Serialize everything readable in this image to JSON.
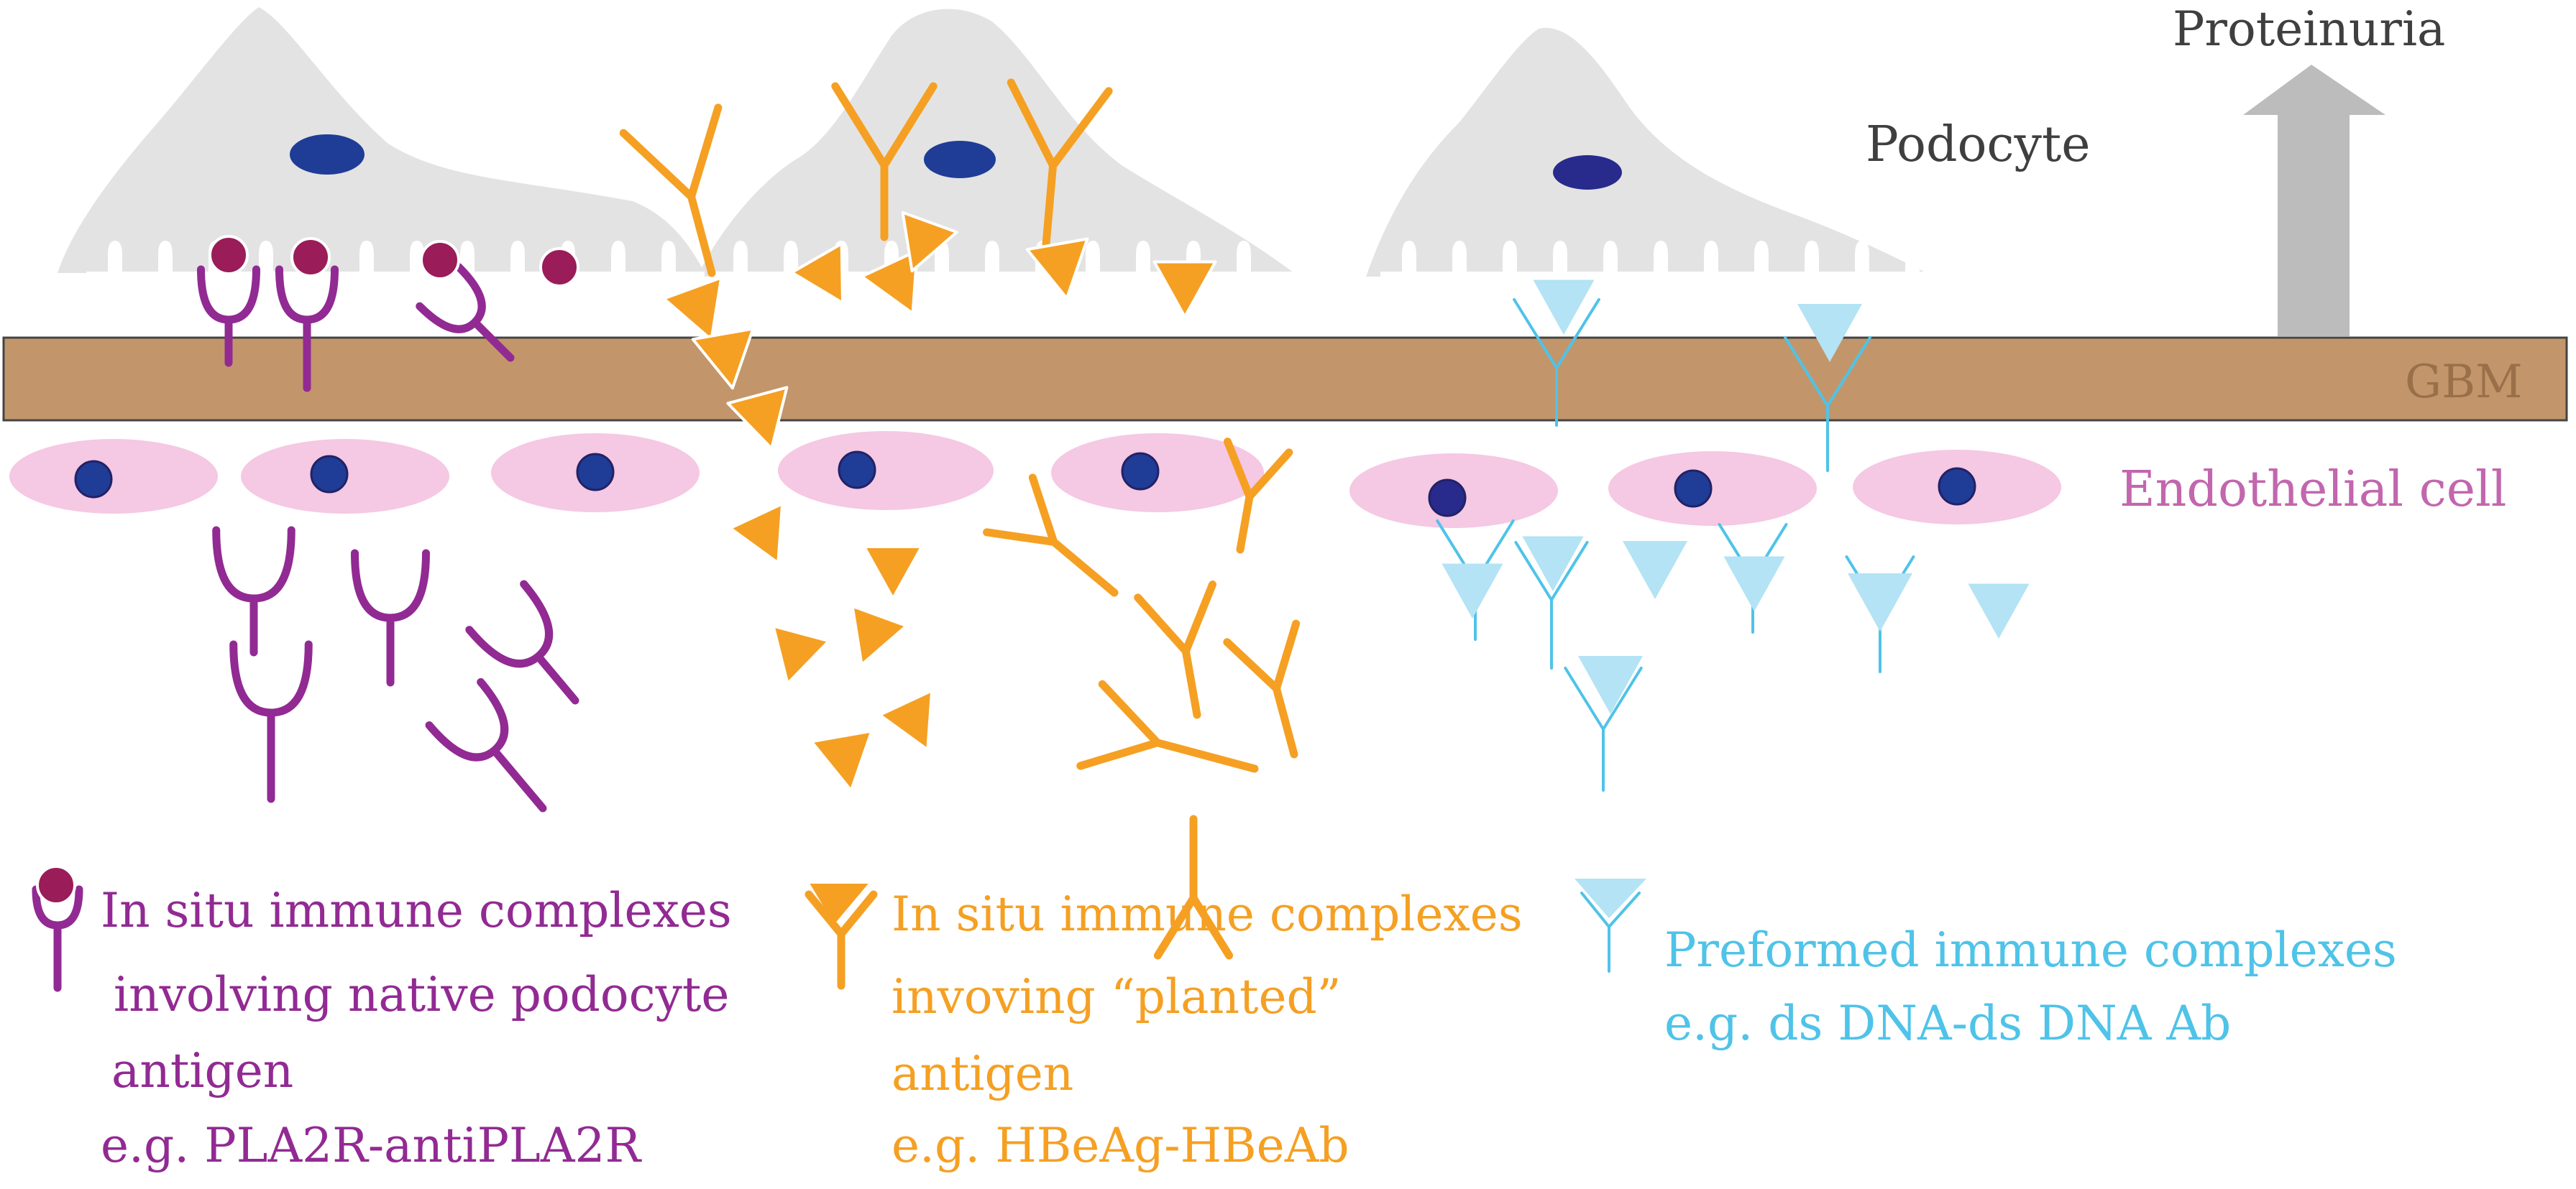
{
  "labels": {
    "proteinuria": "Proteinuria",
    "podocyte": "Podocyte",
    "gbm": "GBM",
    "endothelial": "Endothelial cell"
  },
  "legend": {
    "native": [
      "In situ immune complexes",
      "involving native podocyte",
      "antigen",
      "e.g. PLA2R-antiPLA2R"
    ],
    "planted_line1": "In situ immune complexes",
    "planted_line2a": "invoving",
    "planted_line2b": "“planted”",
    "planted_line3": "antigen",
    "planted_line4": "e.g. HBeAg-HBeAb",
    "preformed": [
      "Preformed immune complexes",
      "e.g. ds DNA-ds DNA Ab"
    ]
  },
  "colors": {
    "podocyte": "#e3e3e3",
    "nucleus": "#1f3c96",
    "nucleus_dark": "#282a8c",
    "gbm": "#c2966a",
    "gbm_label": "#99704a",
    "endothelial": "#f5c8e3",
    "endothelial_label": "#c266ae",
    "native_antibody": "#922a93",
    "native_antigen": "#9a1c58",
    "planted": "#f5a023",
    "preformed": "#4fc3e8",
    "preformed_antigen": "#b3e3f4",
    "arrow": "#bcbcbc",
    "text_gray": "#3f3f3f"
  }
}
